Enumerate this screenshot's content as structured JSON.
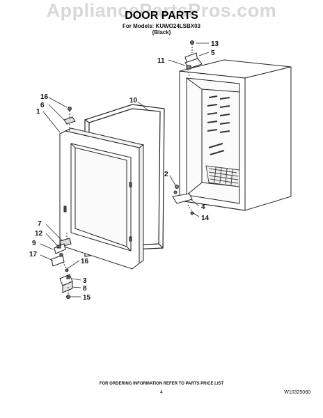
{
  "watermark": "AppliancePartsPros.com",
  "title": "DOOR PARTS",
  "models_line": "For Models: KUWO24LSBX03",
  "color_note": "(Black)",
  "callouts": {
    "c13": "13",
    "c5": "5",
    "c11": "11",
    "c10": "10",
    "c16_top": "16",
    "c6": "6",
    "c1": "1",
    "c2": "2",
    "c4": "4",
    "c14": "14",
    "c7": "7",
    "c12": "12",
    "c9": "9",
    "c17": "17",
    "c16_bottom": "16",
    "c3": "3",
    "c8": "8",
    "c15": "15"
  },
  "footer": {
    "ordering_note": "FOR ORDERING INFORMATION REFER TO PARTS PRICE LIST",
    "page_number": "4",
    "document_number": "W10325080"
  }
}
